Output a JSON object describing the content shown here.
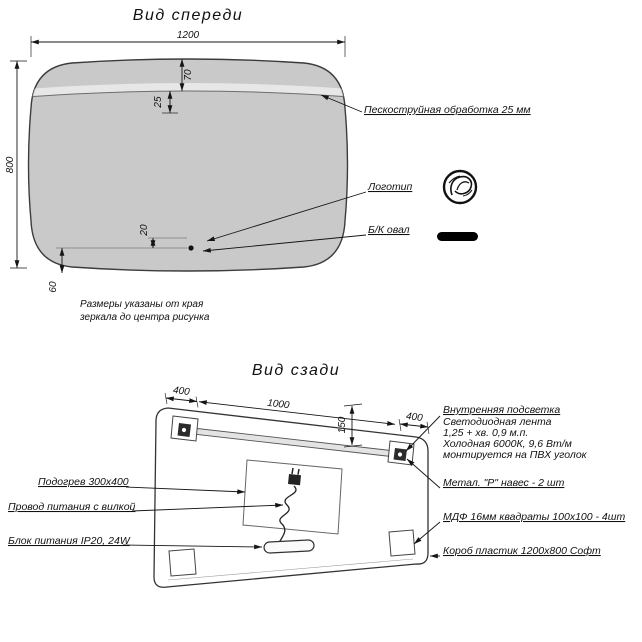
{
  "colors": {
    "mirror_fill": "#c9c9c9",
    "line": "#151515",
    "oval_swatch": "#000000",
    "background": "#ffffff"
  },
  "front": {
    "title": "Вид спереди",
    "dim_width": "1200",
    "dim_height": "800",
    "dim_top_offset": "70",
    "dim_strip": "25",
    "dim_sensor_offset": "20",
    "dim_bottom_offset": "60",
    "sandblast_label": "Пескоструйная обработка 25 мм",
    "logo_label": "Логотип",
    "oval_label": "Б/К овал",
    "note_line1": "Размеры указаны от края",
    "note_line2": "зеркала до центра рисунка"
  },
  "back": {
    "title": "Вид сзади",
    "dim_left": "400",
    "dim_center": "1000",
    "dim_vertical": "150",
    "dim_right": "400",
    "backlight_label": "Внутренняя подсветка",
    "led_line1": "Светодиодная лента",
    "led_line2": "1,25 + хв. 0,9 м.п.",
    "led_line3": "Холодная 6000К, 9,6 Вт/м",
    "led_line4": "монтируется на ПВХ уголок",
    "hanger_label": "Метал. \"Р\" навес - 2 шт",
    "mdf_label": "МДФ 16мм квадраты 100х100 - 4шт",
    "box_label": "Короб пластик 1200х800 Софт",
    "heater_label": "Подогрев 300х400",
    "cord_label": "Провод питания с вилкой",
    "psu_label": "Блок питания IP20, 24W"
  }
}
